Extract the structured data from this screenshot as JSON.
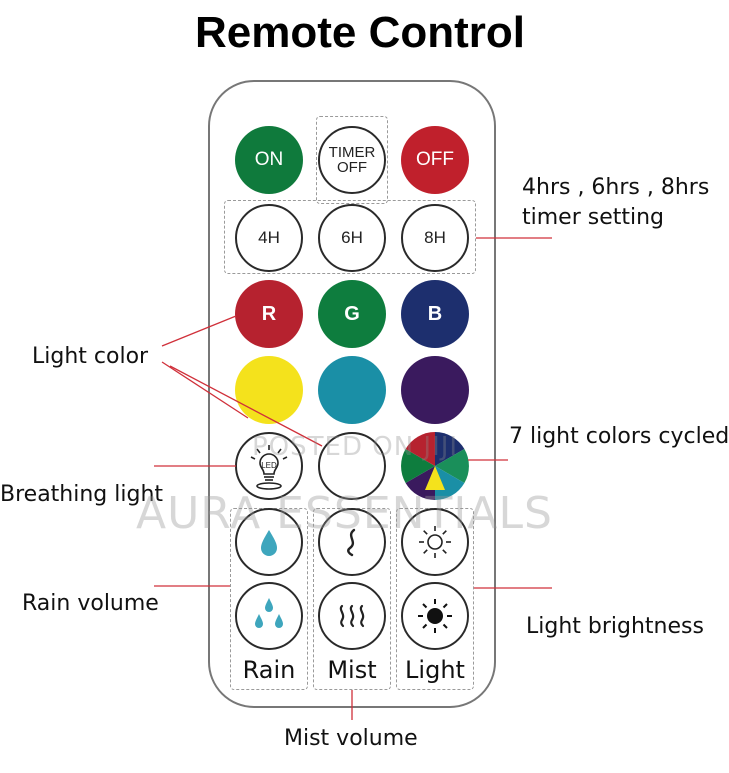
{
  "title": "Remote Control",
  "buttons": {
    "on": {
      "label": "ON",
      "color": "#0f7a3c"
    },
    "timer_off": {
      "line1": "TIMER",
      "line2": "OFF"
    },
    "off": {
      "label": "OFF",
      "color": "#c0202c"
    },
    "timer_4h": "4H",
    "timer_6h": "6H",
    "timer_8h": "8H",
    "red": {
      "label": "R",
      "color": "#b6222f"
    },
    "green": {
      "label": "G",
      "color": "#0e7d3e"
    },
    "blue": {
      "label": "B",
      "color": "#1d2f6e"
    },
    "yellow": {
      "color": "#f4e21c"
    },
    "cyan": {
      "color": "#1a8fa6"
    },
    "purple": {
      "color": "#3a1a5e"
    },
    "led_icon_text": "LED"
  },
  "group_labels": {
    "rain": "Rain",
    "mist": "Mist",
    "light": "Light"
  },
  "annotations": {
    "timer_setting_line1": "4hrs , 6hrs , 8hrs",
    "timer_setting_line2": "timer setting",
    "light_color": "Light color",
    "cycled": "7 light colors cycled",
    "breathing": "Breathing light",
    "rain_volume": "Rain volume",
    "light_brightness": "Light brightness",
    "mist_volume": "Mist volume"
  },
  "watermark": {
    "line1": "POSTED ON JIJI",
    "line2": "AURA ESSENTIALS"
  },
  "colors": {
    "annotation_line": "#d0303a",
    "outline": "#2a2a2a",
    "rain_drop": "#3ea6bd"
  }
}
